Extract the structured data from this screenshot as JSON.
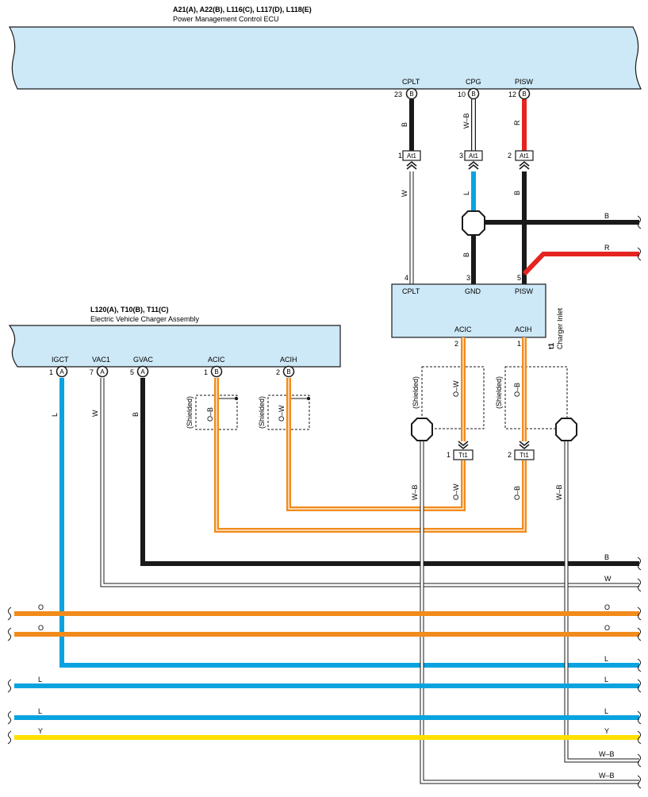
{
  "colors": {
    "ecu_fill": "#cde8f6",
    "black": "#1a1a1a",
    "red": "#e52421",
    "blue": "#0aa3e0",
    "orange": "#f18b1b",
    "yellow": "#ffe000",
    "white_wire": "#ffffff"
  },
  "ecu_top": {
    "codes": "A21(A), A22(B), L116(C), L117(D), L118(E)",
    "name": "Power Management Control ECU",
    "pins": [
      {
        "label": "CPLT",
        "num": "23",
        "conn": "B"
      },
      {
        "label": "CPG",
        "num": "10",
        "conn": "B"
      },
      {
        "label": "PISW",
        "num": "12",
        "conn": "B"
      }
    ]
  },
  "ecu_left": {
    "codes": "L120(A), T10(B), T11(C)",
    "name": "Electric Vehicle Charger Assembly",
    "pins": [
      {
        "label": "IGCT",
        "num": "1",
        "conn": "A"
      },
      {
        "label": "VAC1",
        "num": "7",
        "conn": "A"
      },
      {
        "label": "GVAC",
        "num": "5",
        "conn": "A"
      },
      {
        "label": "ACIC",
        "num": "1",
        "conn": "B"
      },
      {
        "label": "ACIH",
        "num": "2",
        "conn": "B"
      }
    ]
  },
  "charger_inlet": {
    "code": "t1",
    "name": "Charger Inlet",
    "pins": [
      {
        "label": "CPLT",
        "num": "4"
      },
      {
        "label": "GND",
        "num": "3"
      },
      {
        "label": "PISW",
        "num": "5"
      },
      {
        "label": "ACIC",
        "num": "2"
      },
      {
        "label": "ACIH",
        "num": "1"
      }
    ]
  },
  "connectors": {
    "at1": [
      {
        "num": "1",
        "label": "At1"
      },
      {
        "num": "3",
        "label": "At1"
      },
      {
        "num": "2",
        "label": "At1"
      }
    ],
    "tt1": [
      {
        "num": "1",
        "label": "Tt1"
      },
      {
        "num": "2",
        "label": "Tt1"
      }
    ]
  },
  "wire_codes": {
    "cplt_upper": "B",
    "cpg_upper": "W–B",
    "pisw_upper": "R",
    "cplt_lower": "W",
    "cpg_lower": "L",
    "pisw_lower": "B",
    "gnd": "B",
    "right_b": "B",
    "right_r": "R",
    "igct": "L",
    "vac1": "W",
    "gvac": "B",
    "shield_left_1": "O–B",
    "shield_left_2": "O–W",
    "acic_inlet": "O–W",
    "acih_inlet": "O–B",
    "acic_low": "O–W",
    "acih_low": "O–B",
    "shield_wb_left": "W–B",
    "shield_wb_right": "W–B"
  },
  "shielded_label": "(Shielded)",
  "bus": [
    {
      "left": "",
      "right": "B",
      "color": "black"
    },
    {
      "left": "",
      "right": "W",
      "color": "white_wire"
    },
    {
      "left": "O",
      "right": "O",
      "color": "orange"
    },
    {
      "left": "O",
      "right": "O",
      "color": "orange"
    },
    {
      "left": "",
      "right": "L",
      "color": "blue"
    },
    {
      "left": "L",
      "right": "L",
      "color": "blue"
    },
    {
      "left": "L",
      "right": "L",
      "color": "blue"
    },
    {
      "left": "Y",
      "right": "Y",
      "color": "yellow"
    },
    {
      "left": "",
      "right": "W–B",
      "color": "white_wire"
    },
    {
      "left": "",
      "right": "W–B",
      "color": "white_wire"
    }
  ]
}
